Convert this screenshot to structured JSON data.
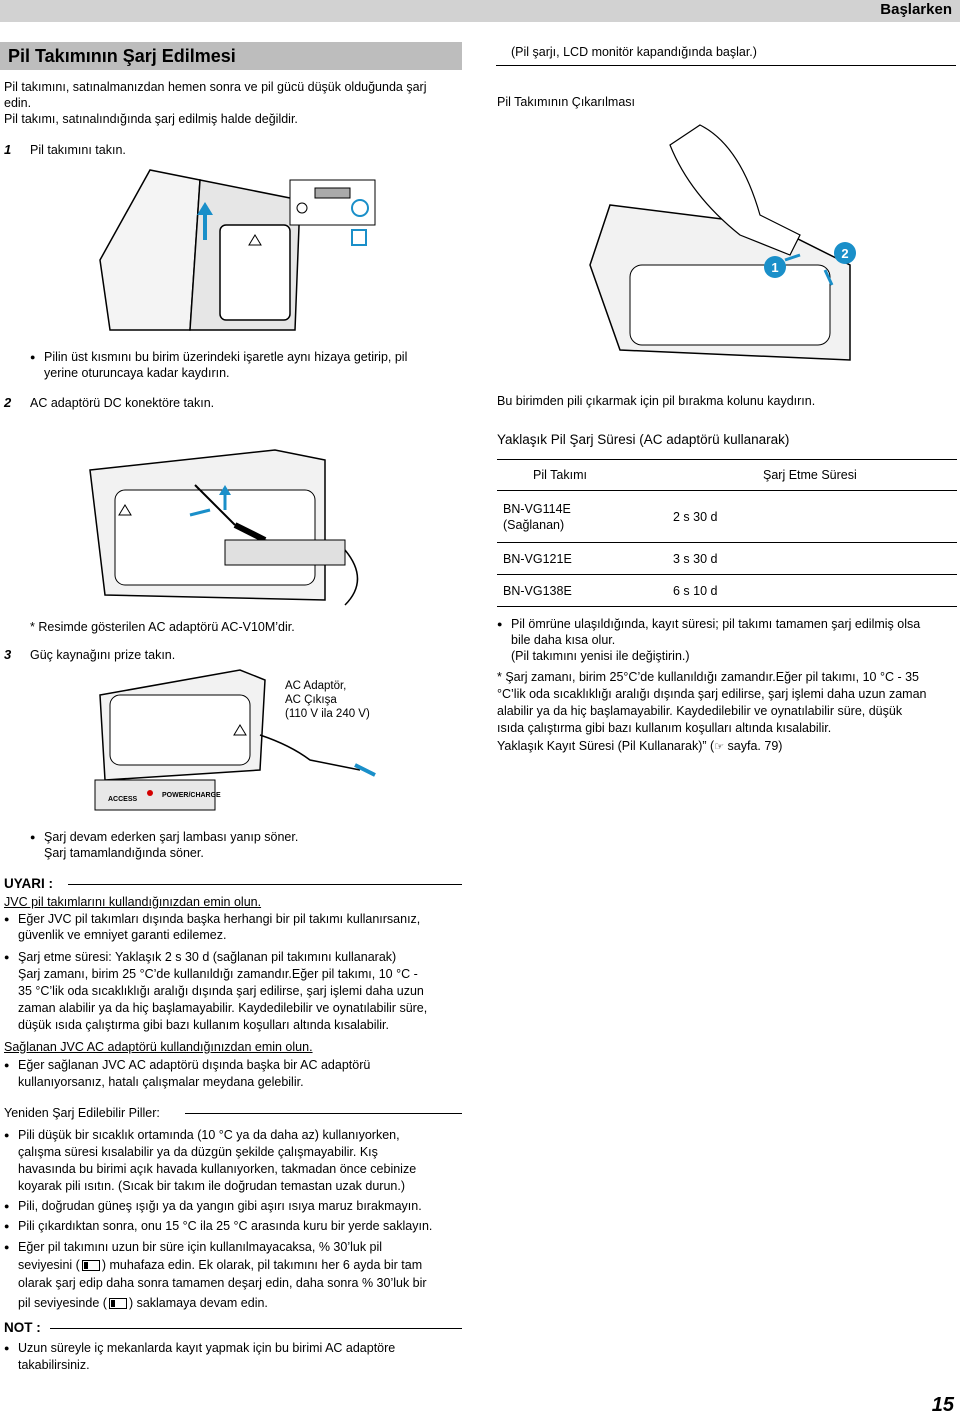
{
  "header": {
    "section": "Başlarken"
  },
  "left": {
    "title": "Pil Takımının Şarj Edilmesi",
    "intro1": "Pil takımını, satınalmanızdan hemen sonra ve pil gücü düşük olduğunda şarj",
    "intro2": "edin.",
    "intro3": "Pil takımı, satınalındığında şarj edilmiş halde değildir.",
    "step1_num": "1",
    "step1": "Pil takımını takın.",
    "step1_note1": "Pilin üst kısmını bu birim üzerindeki işaretle aynı hizaya getirip, pil",
    "step1_note2": "yerine oturuncaya kadar kaydırın.",
    "step2_num": "2",
    "step2": "AC adaptörü DC konektöre takın.",
    "step2_note": "* Resimde gösterilen AC adaptörü AC-V10M’dir.",
    "step3_num": "3",
    "step3": "Güç kaynağını prize takın.",
    "adaptor_label1": "AC Adaptör,",
    "adaptor_label2": "AC Çıkışa",
    "adaptor_label3": "(110 V ila 240 V)",
    "lamp1": "ACCESS",
    "lamp2": "POWER/CHARGE",
    "step3_note1": "Şarj devam ederken şarj lambası yanıp söner.",
    "step3_note2": "Şarj tamamlandığında söner.",
    "warning_title": "UYARI :",
    "w_l1": "JVC pil takımlarını kullandığınızdan emin olun.",
    "w_b1a": "Eğer JVC pil takımları dışında başka herhangi bir pil takımı kullanırsanız,",
    "w_b1b": "güvenlik ve emniyet garanti edilemez.",
    "w_b2a": "Şarj etme süresi: Yaklaşık 2 s 30 d (sağlanan pil takımını kullanarak)",
    "w_b2b": "Şarj zamanı, birim 25 °C’de kullanıldığı zamandır.Eğer pil takımı, 10 °C -",
    "w_b2c": "35 °C’lik oda sıcaklıklığı aralığı dışında şarj edilirse, şarj işlemi daha uzun",
    "w_b2d": "zaman alabilir ya da hiç başlamayabilir. Kaydedilebilir ve oynatılabilir süre,",
    "w_b2e": "düşük ısıda çalıştırma gibi bazı kullanım koşulları altında kısalabilir.",
    "w_l2": "Sağlanan JVC AC adaptörü kullandığınızdan emin olun.",
    "w_b3a": "Eğer sağlanan JVC AC adaptörü dışında başka bir AC adaptörü",
    "w_b3b": "kullanıyorsanız, hatalı çalışmalar meydana gelebilir.",
    "rech_title": "Yeniden Şarj Edilebilir Piller:",
    "r_b1a": "Pili düşük bir sıcaklık ortamında (10 °C ya da daha az) kullanıyorken,",
    "r_b1b": "çalışma süresi kısalabilir ya da düzgün şekilde çalışmayabilir. Kış",
    "r_b1c": "havasında bu birimi açık havada kullanıyorken, takmadan önce cebinize",
    "r_b1d": "koyarak pili ısıtın. (Sıcak bir takım ile doğrudan temastan uzak durun.)",
    "r_b2": "Pili, doğrudan güneş ışığı ya da yangın gibi aşırı ısıya maruz bırakmayın.",
    "r_b3": "Pili çıkardıktan sonra, onu 15 °C ila 25 °C arasında kuru bir yerde saklayın.",
    "r_b4a": "Eğer pil takımını uzun bir süre için kullanılmayacaksa, % 30’luk pil",
    "r_b4b1": "seviyesini (",
    "r_b4b2": ") muhafaza edin. Ek olarak, pil takımını her 6 ayda bir tam",
    "r_b4c": "olarak şarj edip daha sonra tamamen deşarj edin, daha sonra % 30’luk bir",
    "r_b4d1": "pil seviyesinde (",
    "r_b4d2": ") saklamaya devam edin.",
    "note_title": "NOT :",
    "n_b1a": "Uzun süreyle iç mekanlarda kayıt yapmak için bu birimi AC adaptöre",
    "n_b1b": "takabilirsiniz."
  },
  "right": {
    "top_note": "(Pil şarjı, LCD monitör kapandığında başlar.)",
    "removal_title": "Pil Takımının Çıkarılması",
    "callout1": "1",
    "callout2": "2",
    "removal_text": "Bu birimden pili çıkarmak için pil bırakma kolunu kaydırın.",
    "table_title": "Yaklaşık Pil Şarj Süresi (AC adaptörü kullanarak)",
    "table_headers": [
      "Pil Takımı",
      "Şarj Etme Süresi"
    ],
    "table_rows": [
      {
        "model": "BN-VG114E",
        "sub": "(Sağlanan)",
        "time": "2 s 30 d"
      },
      {
        "model": "BN-VG121E",
        "sub": "",
        "time": "3 s 30 d"
      },
      {
        "model": "BN-VG138E",
        "sub": "",
        "time": "6 s 10 d"
      }
    ],
    "b1a": "Pil ömrüne ulaşıldığında, kayıt süresi; pil takımı tamamen şarj edilmiş olsa",
    "b1b": "bile daha kısa olur.",
    "b1c": "(Pil takımını yenisi ile değiştirin.)",
    "s1": "* Şarj zamanı, birim 25°C’de kullanıldığı zamandır.Eğer pil takımı, 10 °C - 35",
    "s2": "°C’lik oda sıcaklıklığı aralığı dışında şarj edilirse, şarj işlemi daha uzun zaman",
    "s3": "alabilir ya da hiç başlamayabilir. Kaydedilebilir ve oynatılabilir süre, düşük",
    "s4": "ısıda çalıştırma gibi bazı kullanım koşulları altında kısalabilir.",
    "s5a": "Yaklaşık Kayıt Süresi (Pil Kullanarak)” (",
    "s5b": " sayfa. 79)"
  },
  "page_number": "15"
}
